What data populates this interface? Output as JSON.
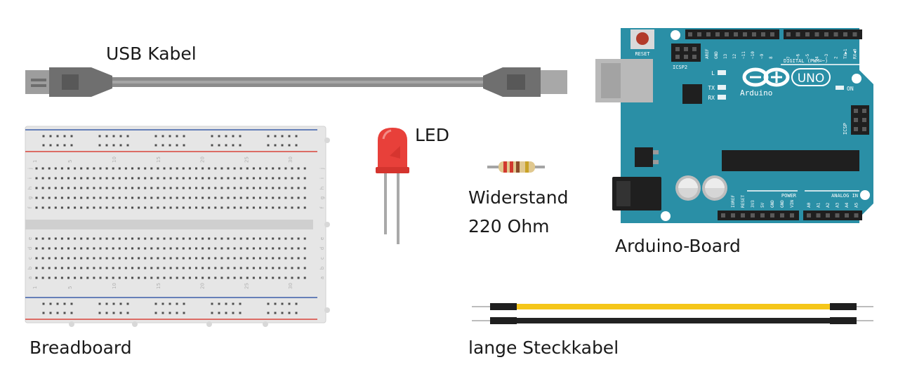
{
  "components": {
    "usb_cable": {
      "label": "USB Kabel"
    },
    "breadboard": {
      "label": "Breadboard",
      "col_numbers": [
        "1",
        "5",
        "10",
        "15",
        "20",
        "25",
        "30"
      ],
      "row_letters_top": [
        "j",
        "i",
        "h",
        "g",
        "f"
      ],
      "row_letters_bottom": [
        "e",
        "d",
        "c",
        "b",
        "a"
      ]
    },
    "led": {
      "label": "LED"
    },
    "resistor": {
      "label_line1": "Widerstand",
      "label_line2": "220 Ohm"
    },
    "arduino": {
      "label": "Arduino-Board",
      "reset_text": "RESET",
      "icsp2_text": "ICSP2",
      "icsp_text": "ICSP",
      "digital_text": "DIGITAL (PWM=~)",
      "brand_text": "Arduino",
      "model_text": "UNO",
      "on_text": "ON",
      "led_labels": [
        "L",
        "TX",
        "RX"
      ],
      "power_text": "POWER",
      "analog_text": "ANALOG IN",
      "power_pins": [
        "IOREF",
        "RESET",
        "3V3",
        "5V",
        "GND",
        "GND",
        "VIN"
      ],
      "analog_pins": [
        "A0",
        "A1",
        "A2",
        "A3",
        "A4",
        "A5"
      ],
      "digital_pins_left": [
        "AREF",
        "GND",
        "13",
        "12",
        "~11",
        "~10",
        "~9",
        "8"
      ],
      "digital_pins_right": [
        "7",
        "~6",
        "~5",
        "4",
        "~3",
        "2",
        "TX▶1",
        "RX◀0"
      ]
    },
    "jumper_wires": {
      "label": "lange Steckkabel"
    }
  },
  "colors": {
    "arduino_board": "#2a8fa6",
    "led_red": "#e8403a",
    "wire_yellow": "#f5c61a",
    "wire_black": "#222222",
    "cable_gray": "#8c8c8c",
    "rail_red": "#d9443a",
    "rail_blue": "#3b5fa8"
  }
}
